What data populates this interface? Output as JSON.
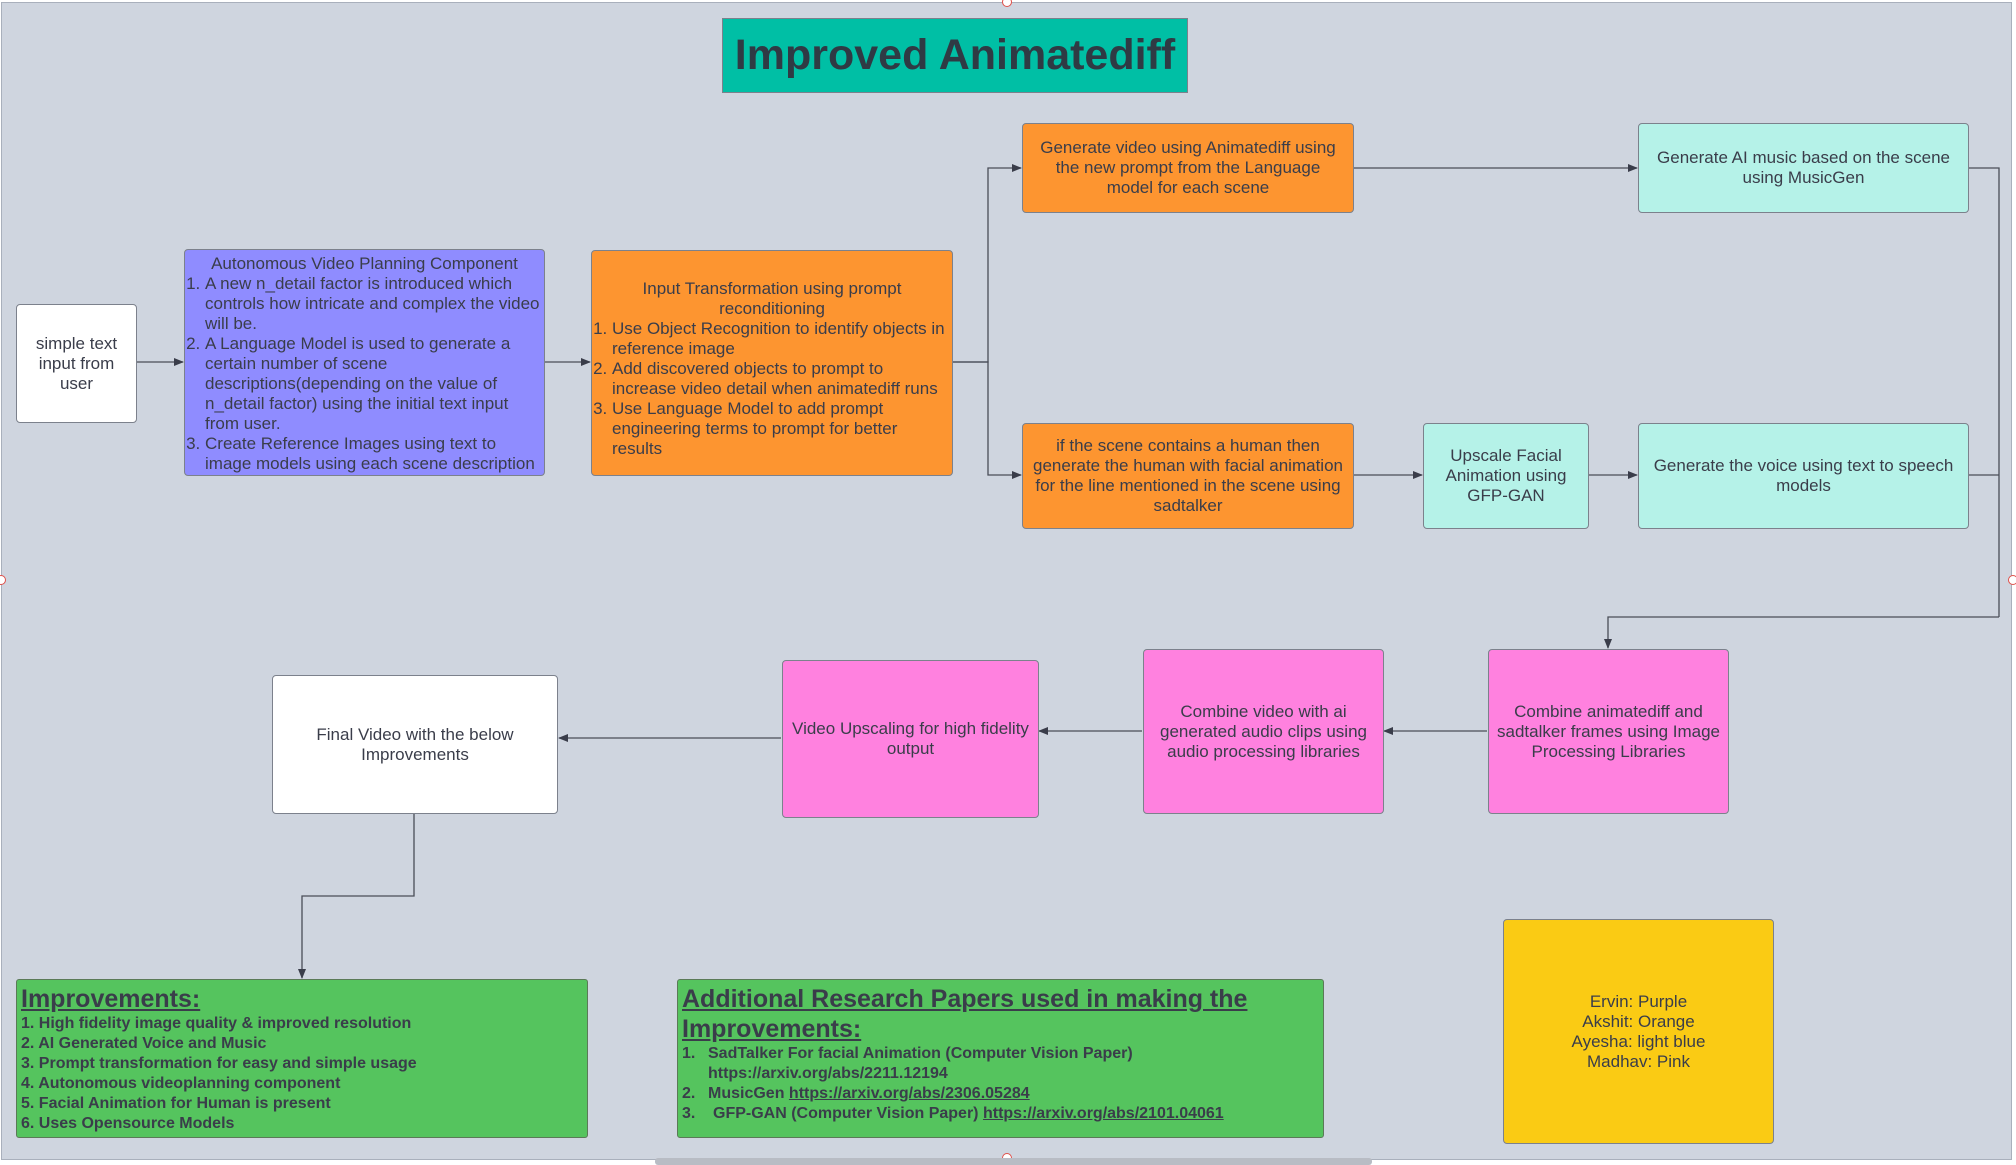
{
  "title": "Improved Animatediff",
  "nodes": {
    "input": "simple text input from user",
    "planning": {
      "heading": "Autonomous Video Planning Component",
      "items": [
        "A new n_detail factor is introduced which controls how intricate and complex the video will be.",
        "A Language Model is used to generate a certain number of scene descriptions(depending on the value of n_detail factor) using the initial text input from user.",
        "Create Reference Images using text to image models using each scene description"
      ]
    },
    "transform": {
      "heading": "Input Transformation using prompt reconditioning",
      "items": [
        "Use Object Recognition to identify objects in reference image",
        "Add discovered objects to prompt to increase video detail  when animatediff runs",
        "Use Language Model to add prompt engineering terms to prompt for better results"
      ]
    },
    "gen_video": "Generate video using Animatediff using the new prompt from the Language model for each scene",
    "human_scene": "if the scene contains a human then generate the human with facial animation for the line mentioned in the scene using sadtalker",
    "music": "Generate AI music based on the scene using MusicGen",
    "upscale_face": "Upscale Facial Animation using GFP-GAN",
    "voice": "Generate the voice using text to speech models",
    "combine_frames": "Combine animatediff and sadtalker frames using Image Processing Libraries",
    "combine_audio": "Combine video with ai generated audio clips using audio processing libraries",
    "upscaling": "Video Upscaling for high fidelity output",
    "final": "Final Video with the below Improvements"
  },
  "improvements": {
    "heading": "Improvements:",
    "items": [
      "1. High fidelity image quality & improved resolution",
      "2. AI Generated Voice and Music",
      "3. Prompt transformation for easy and simple usage",
      "4. Autonomous videoplanning component",
      "5. Facial Animation for Human is present",
      "6. Uses Opensource Models"
    ]
  },
  "papers": {
    "heading": "Additional Research Papers used in making the Improvements:",
    "items": [
      {
        "num": "1.",
        "text": "SadTalker For facial Animation (Computer Vision Paper)",
        "url": "https://arxiv.org/abs/2211.12194"
      },
      {
        "num": "2.",
        "text": "MusicGen",
        "url": "https://arxiv.org/abs/2306.05284"
      },
      {
        "num": "3.",
        "text": "GFP-GAN (Computer Vision Paper)",
        "url": "https://arxiv.org/abs/2101.04061"
      }
    ]
  },
  "legend": [
    "Ervin:  Purple",
    "Akshit: Orange",
    "Ayesha: light blue",
    "Madhav: Pink"
  ],
  "colors": {
    "background": "#cfd5df",
    "title": "#00bfa5",
    "purple": "#8f8cff",
    "orange": "#fd9530",
    "light_blue": "#b5f2e8",
    "pink": "#ff81df",
    "green": "#55c45e",
    "yellow": "#facb14"
  }
}
